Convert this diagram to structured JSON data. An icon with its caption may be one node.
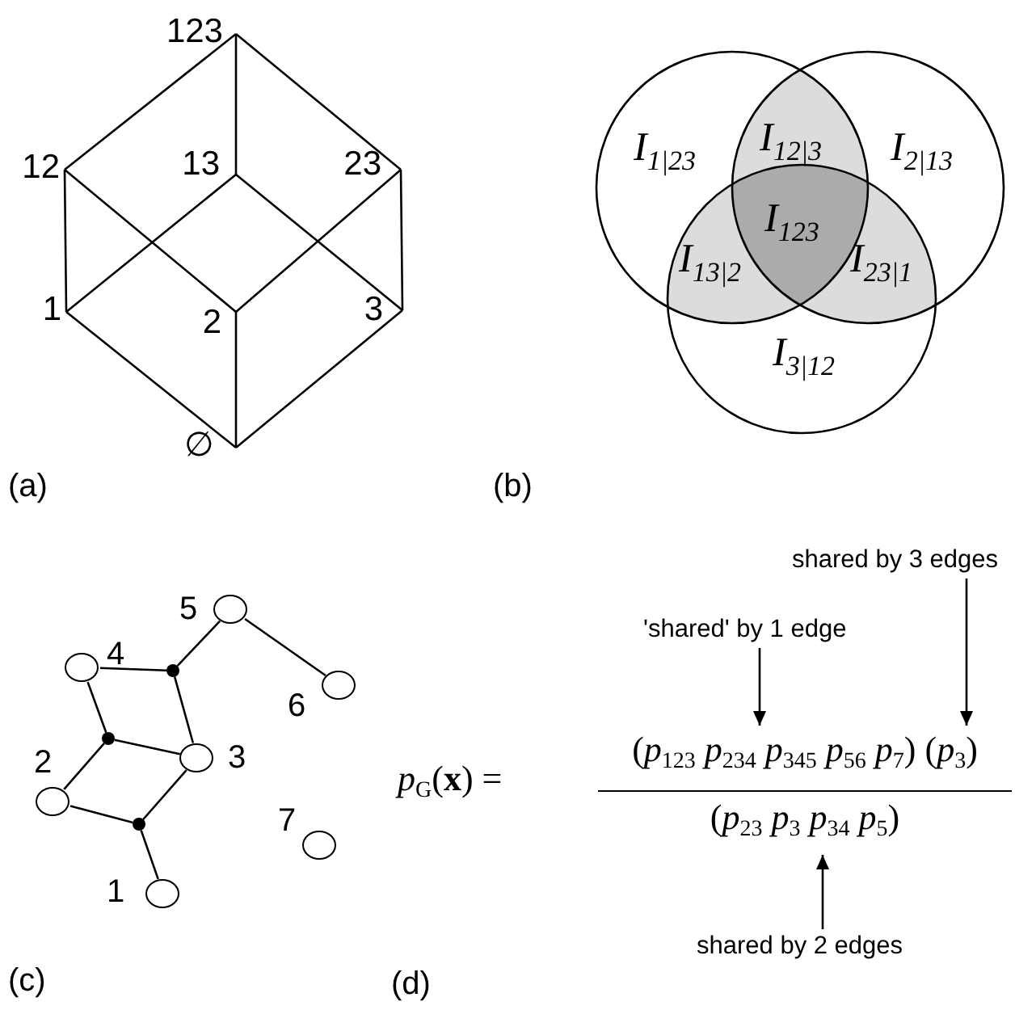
{
  "diagram": {
    "nodes": [
      {
        "text": [
          "123"
        ]
      },
      {
        "text": [
          "12"
        ]
      },
      {
        "text": [
          "13"
        ]
      },
      {
        "text": [
          "23"
        ]
      },
      {
        "text": [
          "1"
        ]
      },
      {
        "text": [
          "2"
        ]
      },
      {
        "text": [
          "3"
        ]
      },
      {
        "text": [
          "∅"
        ]
      },
      {
        "text": [
          "shared by 3 edges"
        ]
      },
      {
        "text": [
          "'shared' by 1 edge"
        ]
      },
      {
        "text": [],
        "shape": "circle",
        "beside": [
          "5"
        ]
      },
      {
        "text": [],
        "shape": "circle",
        "beside": [
          "4"
        ]
      },
      {
        "text": [],
        "shape": "dot"
      },
      {
        "text": [],
        "shape": "circle",
        "beside": [
          "6"
        ]
      },
      {
        "text": [],
        "shape": "dot"
      },
      {
        "text": [],
        "shape": "circle",
        "beside": [
          "3"
        ]
      },
      {
        "text": [],
        "shape": "circle",
        "beside": [
          "2"
        ]
      },
      {
        "text": [],
        "shape": "dot"
      },
      {
        "text": [],
        "shape": "circle",
        "beside": [
          "7"
        ]
      },
      {
        "text": [],
        "shape": "circle",
        "beside": [
          "1"
        ]
      },
      {
        "text": [
          "shared by 2 edges"
        ]
      },
      {
        "text": [
          "(*p*$_{123}$ *p*$_{234}$ *p*$_{345}$ *p*$_{56}$ *p*$_{7}$) (*p*$_{3}$)"
        ]
      },
      {
        "text": [
          "(*p*$_{23}$ *p*$_{3}$ *p*$_{34}$ *p*$_{5}$)"
        ]
      }
    ],
    "edges": [
      {
        "from": 0,
        "to": 1,
        "arrow": "none"
      },
      {
        "from": 0,
        "to": 2,
        "arrow": "none"
      },
      {
        "from": 0,
        "to": 3,
        "arrow": "none"
      },
      {
        "from": 1,
        "to": 4,
        "arrow": "none"
      },
      {
        "from": 1,
        "to": 5,
        "arrow": "none"
      },
      {
        "from": 2,
        "to": 4,
        "arrow": "none"
      },
      {
        "from": 2,
        "to": 6,
        "arrow": "none"
      },
      {
        "from": 3,
        "to": 5,
        "arrow": "none"
      },
      {
        "from": 3,
        "to": 6,
        "arrow": "none"
      },
      {
        "from": 4,
        "to": 7,
        "arrow": "none"
      },
      {
        "from": 5,
        "to": 7,
        "arrow": "none"
      },
      {
        "from": 6,
        "to": 7,
        "arrow": "none"
      },
      {
        "from": 8,
        "to": 21,
        "arrow": "to"
      },
      {
        "from": 9,
        "to": 21,
        "arrow": "to"
      },
      {
        "from": 20,
        "to": 22,
        "arrow": "to"
      },
      {
        "from": 12,
        "to": 11,
        "arrow": "none"
      },
      {
        "from": 12,
        "to": 15,
        "arrow": "none"
      },
      {
        "from": 12,
        "to": 10,
        "arrow": "none"
      },
      {
        "from": 14,
        "to": 11,
        "arrow": "none"
      },
      {
        "from": 14,
        "to": 16,
        "arrow": "none"
      },
      {
        "from": 14,
        "to": 15,
        "arrow": "none"
      },
      {
        "from": 17,
        "to": 16,
        "arrow": "none"
      },
      {
        "from": 17,
        "to": 15,
        "arrow": "none"
      },
      {
        "from": 17,
        "to": 19,
        "arrow": "none"
      },
      {
        "from": 10,
        "to": 13,
        "arrow": "none"
      }
    ],
    "labels": [
      "I$_{1|23}$",
      "I$_{12|3}$",
      "I$_{2|13}$",
      "I$_{123}$",
      "I$_{13|2}$",
      "I$_{23|1}$",
      "I$_{3|12}$",
      "(a)",
      "(b)",
      "*p*$_{G}$(**x**) =",
      "(c)",
      "(d)"
    ]
  }
}
